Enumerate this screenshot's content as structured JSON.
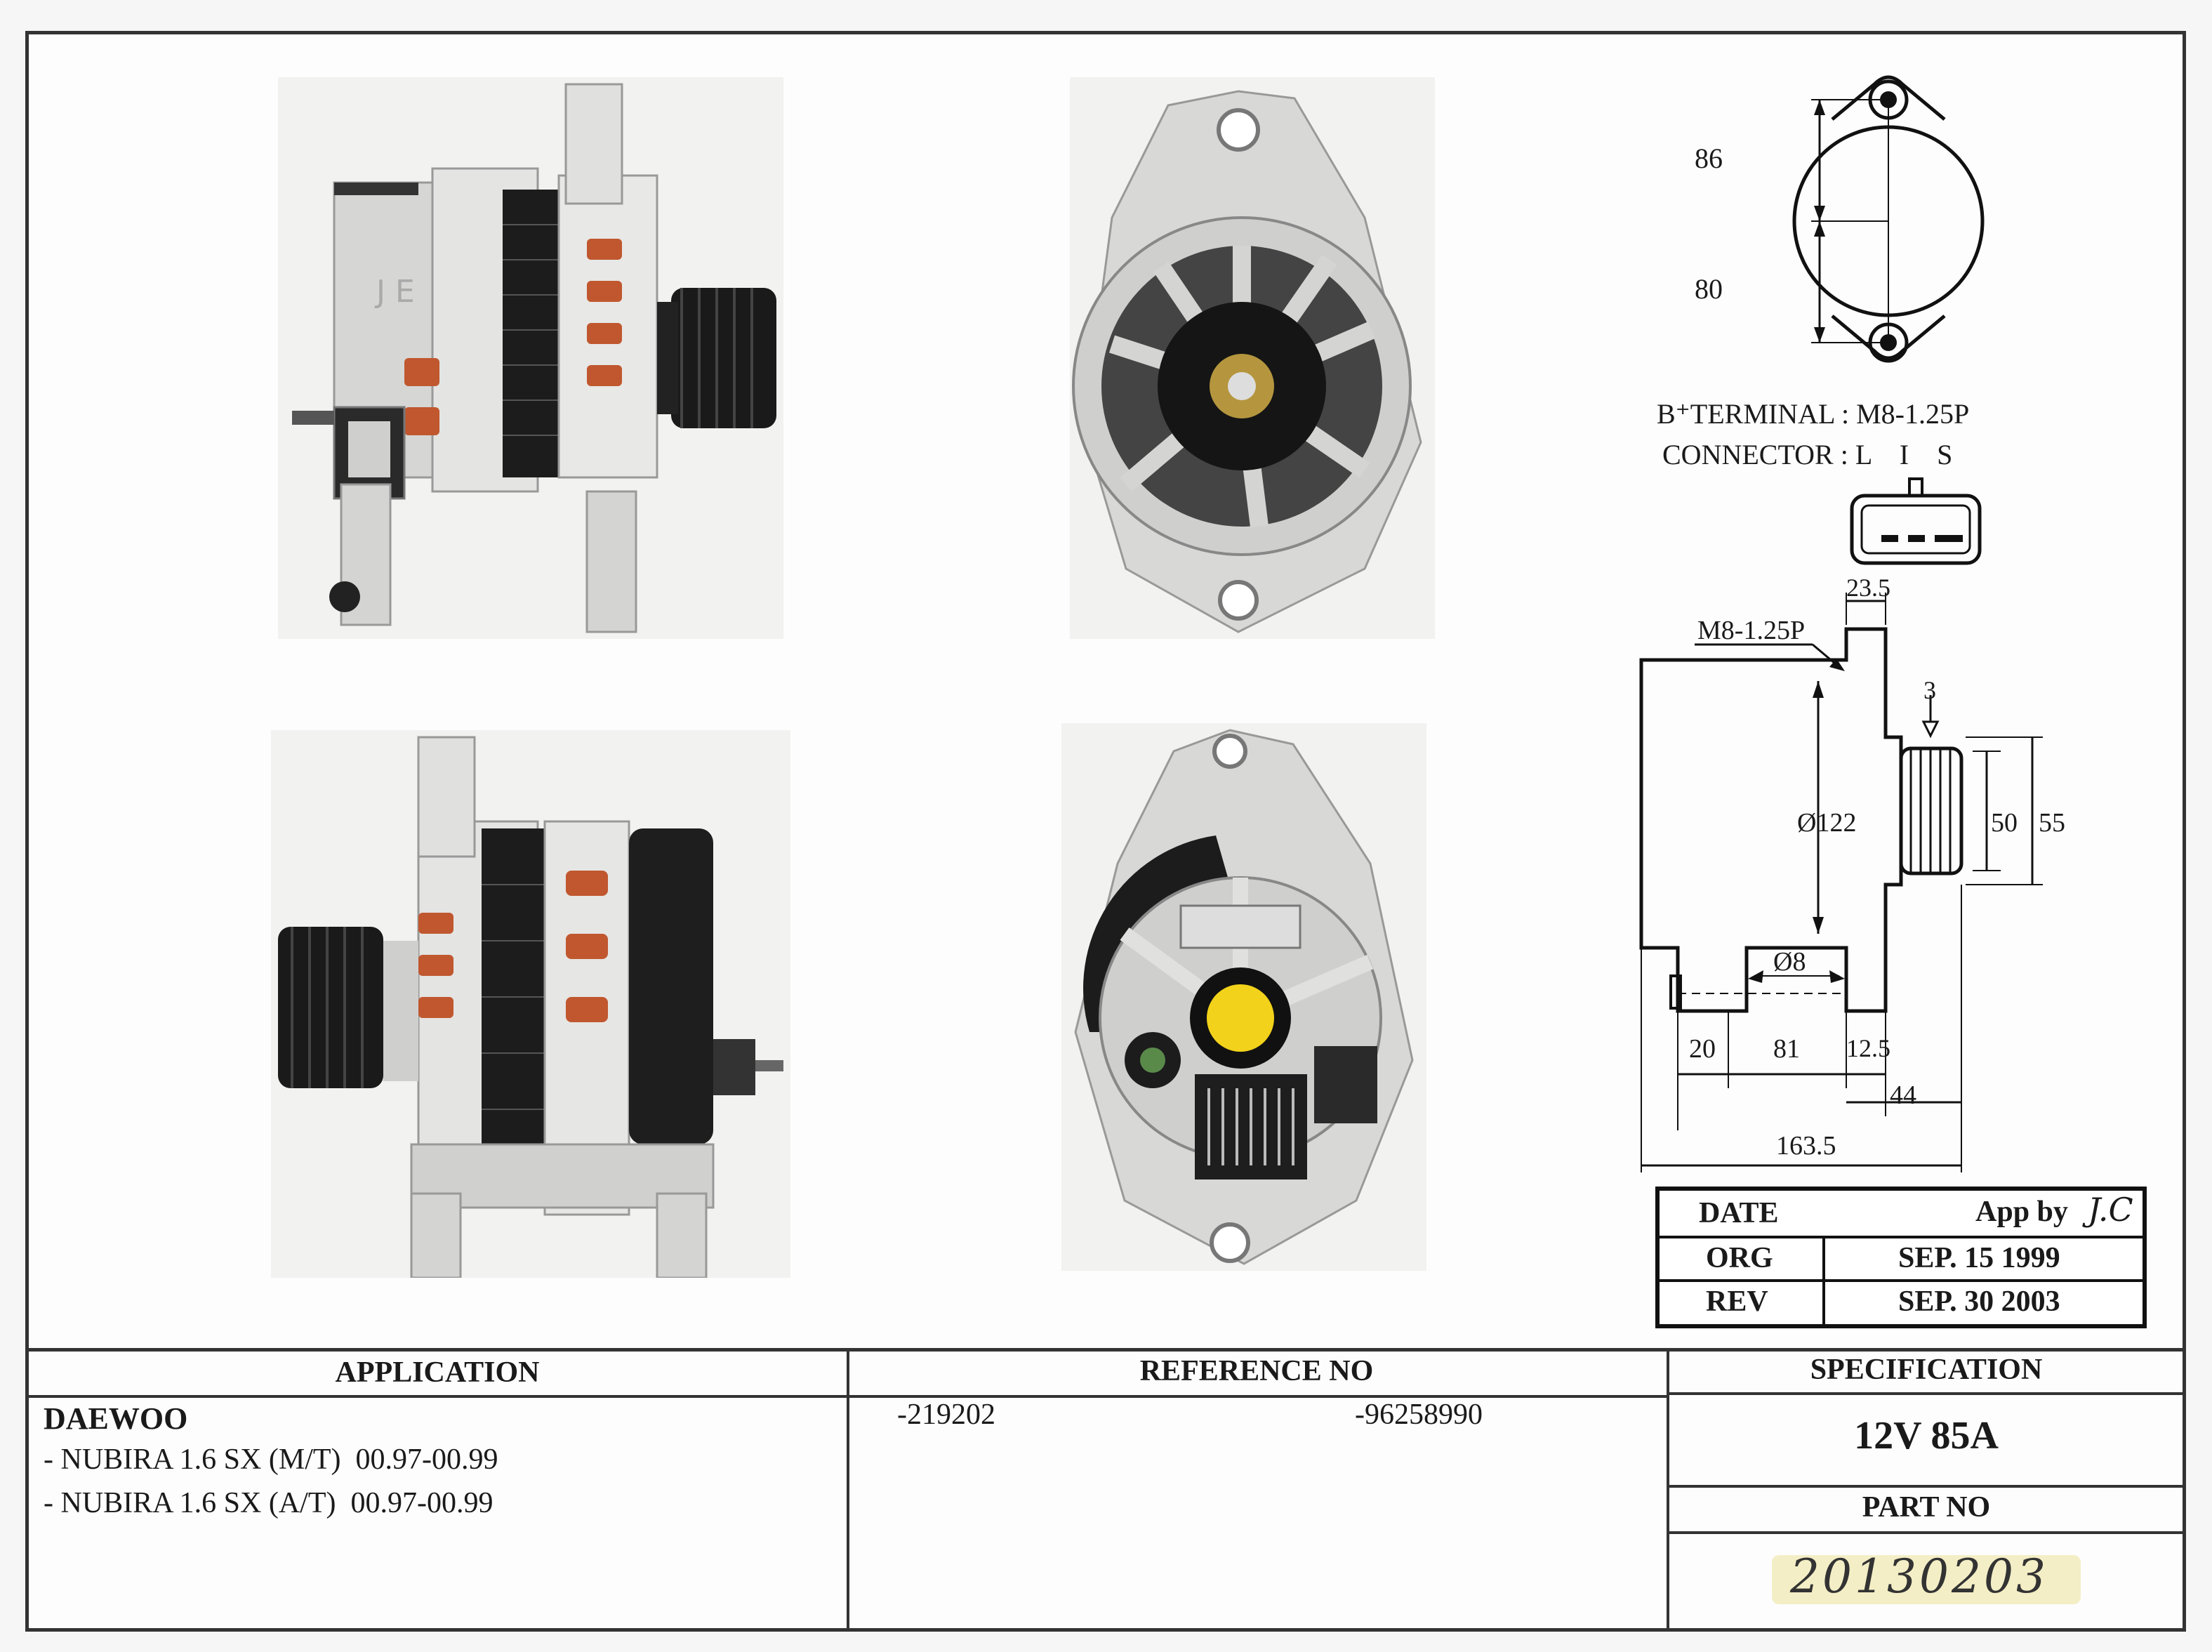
{
  "spec_sheet": {
    "terminal_line": "B⁺TERMINAL : M8-1.25P",
    "connector_line": "CONNECTOR : L    I    S",
    "front_view_dims": {
      "upper": "86",
      "lower": "80"
    },
    "side_view_dims": {
      "thread": "M8-1.25P",
      "width_top": "23.5",
      "groove": "3",
      "diameter": "Ø122",
      "pulley_inner": "50",
      "pulley_outer": "55",
      "hole": "Ø8",
      "foot1": "20",
      "foot_span": "81",
      "foot2": "12.5",
      "pulley_offset": "44",
      "overall": "163.5"
    }
  },
  "date_block": {
    "date_label": "DATE",
    "app_label": "App by",
    "app_initials": "J.C",
    "org_label": "ORG",
    "org_value": "SEP. 15 1999",
    "rev_label": "REV",
    "rev_value": "SEP. 30 2003"
  },
  "bottom_table": {
    "application_header": "APPLICATION",
    "reference_header": "REFERENCE NO",
    "specification_header": "SPECIFICATION",
    "make": "DAEWOO",
    "models": [
      "- NUBIRA 1.6 SX (M/T)  00.97-00.99",
      "- NUBIRA 1.6 SX (A/T)  00.97-00.99"
    ],
    "references": [
      "-219202",
      "-96258990"
    ],
    "spec_value": "12V 85A",
    "part_no_header": "PART NO",
    "part_no": "20130203"
  },
  "colors": {
    "housing": "#d4d4d2",
    "stator": "#1c1c1c",
    "coil": "#c0572f",
    "cap": "#f2d21a",
    "highlight": "#f4eec6"
  }
}
